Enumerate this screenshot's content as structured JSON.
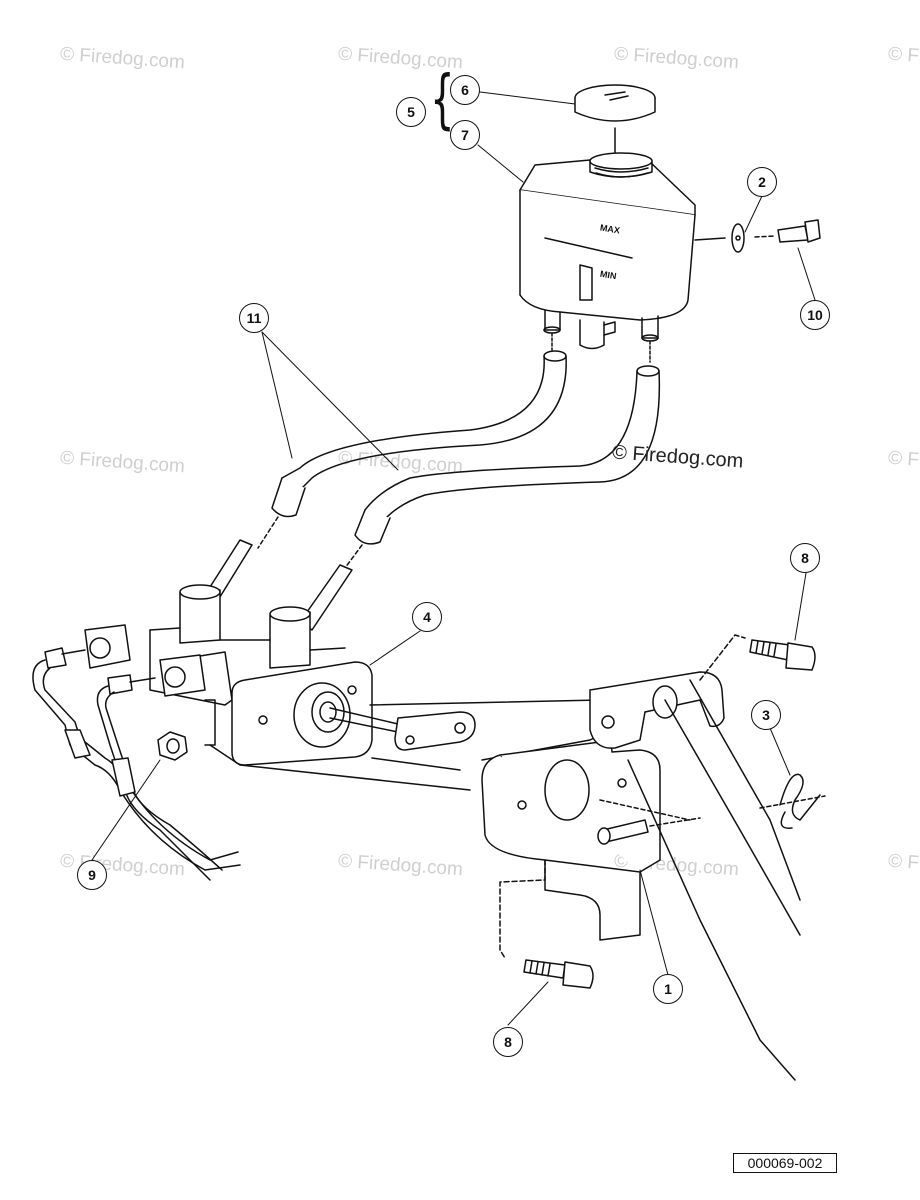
{
  "watermarks": {
    "text": "© Firedog.com",
    "main": "© Firedog.com"
  },
  "callouts": {
    "c1": "1",
    "c2": "2",
    "c3": "3",
    "c4": "4",
    "c5": "5",
    "c6": "6",
    "c7": "7",
    "c8a": "8",
    "c8b": "8",
    "c9": "9",
    "c10": "10",
    "c11": "11"
  },
  "reservoir": {
    "max_label": "MAX",
    "min_label": "MIN"
  },
  "figure": {
    "reference": "000069-002"
  }
}
